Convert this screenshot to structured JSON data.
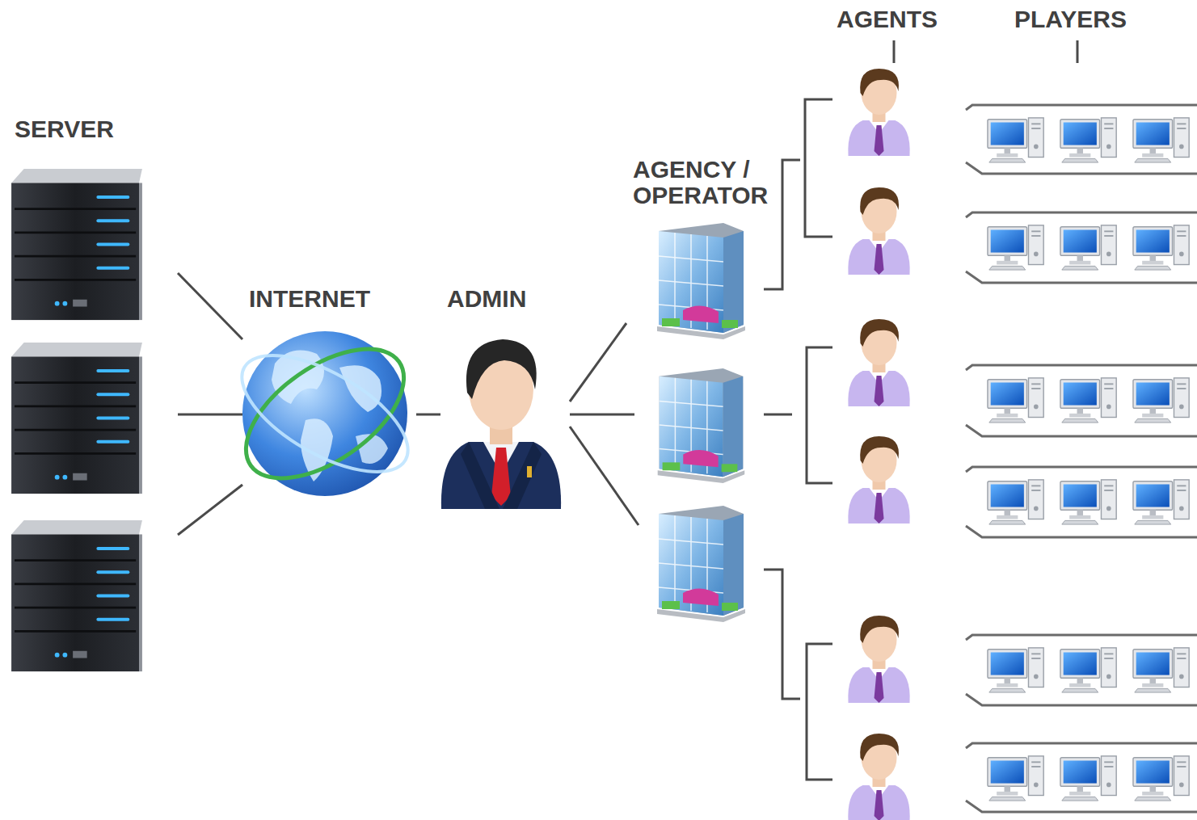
{
  "diagram": {
    "nodes": [
      {
        "text": [
          "SERVER"
        ]
      },
      {
        "text": [
          "INTERNET"
        ]
      },
      {
        "text": [
          "ADMIN"
        ]
      },
      {
        "text": [
          "AGENCY / OPERATOR"
        ]
      }
    ],
    "edges": [
      {
        "from": 0,
        "to": 1,
        "arrow": "none"
      },
      {
        "from": 0,
        "to": 1,
        "arrow": "none"
      },
      {
        "from": 0,
        "to": 1,
        "arrow": "none"
      },
      {
        "from": 1,
        "to": 2,
        "arrow": "none"
      },
      {
        "from": 2,
        "to": 3,
        "arrow": "none"
      }
    ],
    "labels": [
      "AGENTS",
      "PLAYERS"
    ]
  }
}
